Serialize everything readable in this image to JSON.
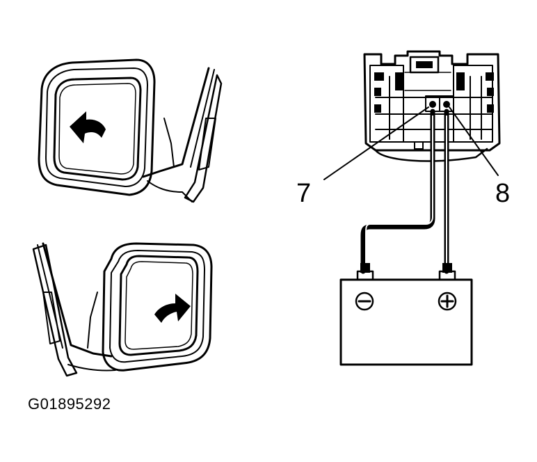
{
  "figure_id": "G01895292",
  "callouts": {
    "pin_7": "7",
    "pin_8": "8"
  },
  "battery": {
    "negative_symbol": "minus-in-circle",
    "positive_symbol": "plus-in-circle"
  },
  "mirrors": {
    "top_arrow_direction": "left",
    "bottom_arrow_direction": "right"
  },
  "colors": {
    "ink": "#000000",
    "background": "#ffffff"
  }
}
